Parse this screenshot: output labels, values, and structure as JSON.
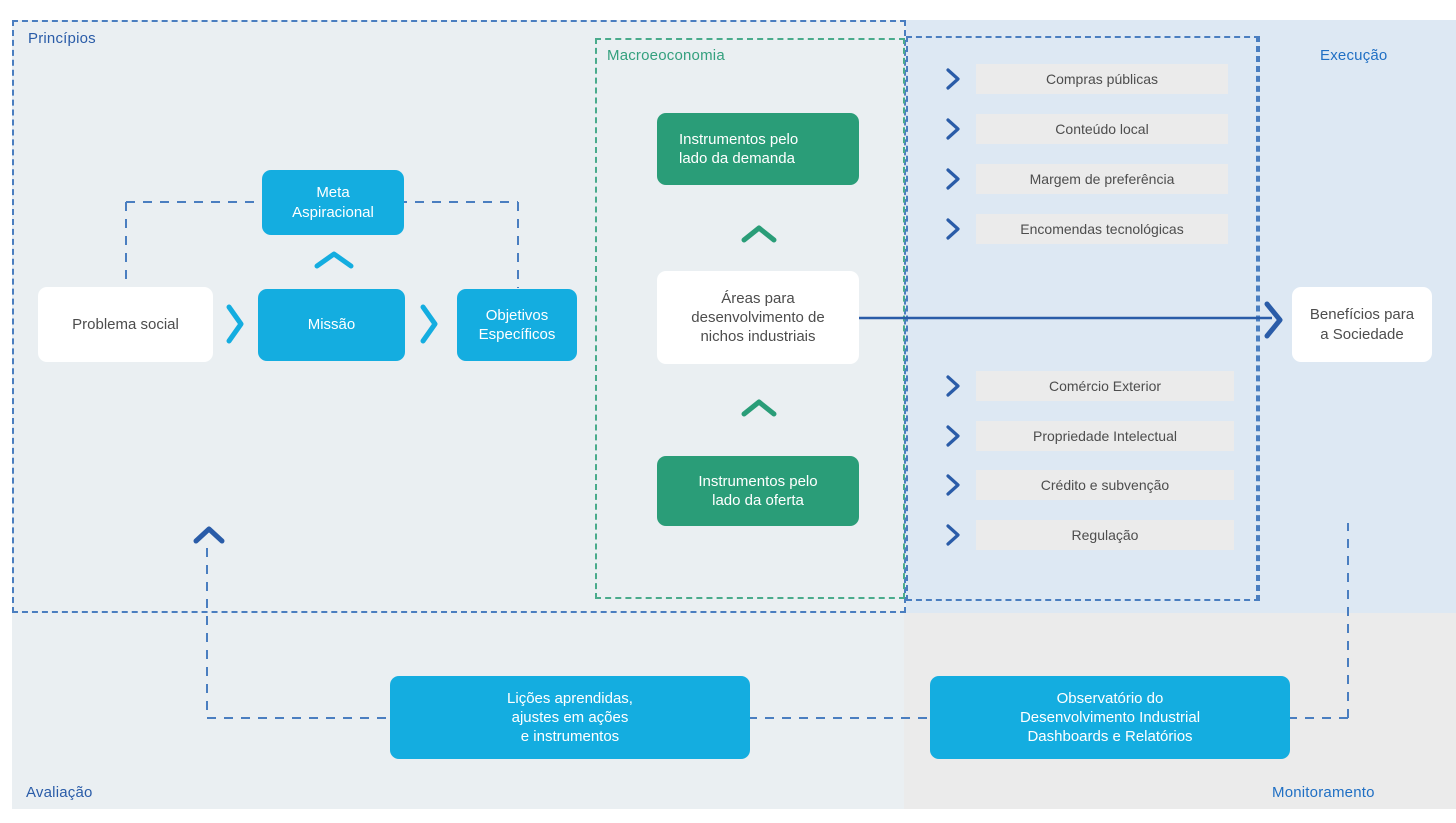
{
  "regions": {
    "principios": {
      "label": "Princípios",
      "color": "#2a5ca8",
      "bg": "#eaeff2"
    },
    "macroeconomia": {
      "label": "Macroeoconomia",
      "color": "#34a07e",
      "border": "#4aab8c"
    },
    "execucao": {
      "label": "Execução",
      "color": "#1f6fc4",
      "bg": "#dde8f3"
    },
    "avaliacao": {
      "label": "Avaliação",
      "color": "#2a5ca8",
      "bg": "#eaeff2"
    },
    "monitoramento": {
      "label": "Monitoramento",
      "color": "#1f6fc4",
      "bg": "#ebebeb"
    }
  },
  "nodes": {
    "problema_social": "Problema social",
    "meta_aspiracional": "Meta\nAspiracional",
    "meta_aspiracional_l1": "Meta",
    "meta_aspiracional_l2": "Aspiracional",
    "missao": "Missão",
    "objetivos_l1": "Objetivos",
    "objetivos_l2": "Específicos",
    "instrumentos_demanda_l1": "Instrumentos pelo",
    "instrumentos_demanda_l2": "lado da demanda",
    "areas_l1": "Áreas para",
    "areas_l2": "desenvolvimento de",
    "areas_l3": "nichos industriais",
    "instrumentos_oferta_l1": "Instrumentos pelo",
    "instrumentos_oferta_l2": "lado da oferta",
    "beneficios_l1": "Benefícios para",
    "beneficios_l2": "a Sociedade",
    "licoes_l1": "Lições aprendidas,",
    "licoes_l2": "ajustes em ações",
    "licoes_l3": "e instrumentos",
    "observatorio_l1": "Observatório do",
    "observatorio_l2": "Desenvolvimento Industrial",
    "observatorio_l3": "Dashboards e Relatórios"
  },
  "execucao_list_top": [
    {
      "label": "Compras públicas"
    },
    {
      "label": "Conteúdo local"
    },
    {
      "label": "Margem de preferência"
    },
    {
      "label": "Encomendas tecnológicas"
    }
  ],
  "execucao_list_bottom": [
    {
      "label": "Comércio Exterior"
    },
    {
      "label": "Propriedade Intelectual"
    },
    {
      "label": "Crédito e subvenção"
    },
    {
      "label": "Regulação"
    }
  ],
  "colors": {
    "blue_node": "#14ade0",
    "green_node": "#2a9d78",
    "dark_blue_line": "#2a5ca8",
    "dashed_blue": "#4a7ec0",
    "dashed_green": "#4aab8c",
    "pill_bg": "#ebebeb",
    "text_dark": "#4d4d4d"
  },
  "icons": {
    "chevron_right": "chevron-right-icon",
    "chevron_up": "chevron-up-icon",
    "arrow_right": "arrow-right-icon"
  }
}
